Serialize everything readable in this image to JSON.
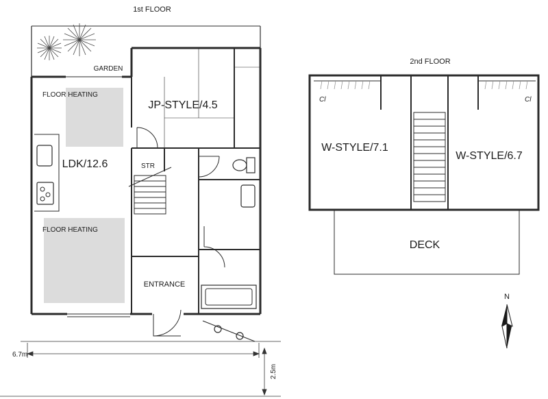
{
  "floor1": {
    "title": "1st FLOOR",
    "rooms": {
      "garden": "GARDEN",
      "floor_heating_1": "FLOOR HEATING",
      "jp_style": "JP-STYLE/4.5",
      "ldk": "LDK/12.6",
      "str": "STR",
      "floor_heating_2": "FLOOR HEATING",
      "entrance": "ENTRANCE"
    }
  },
  "floor2": {
    "title": "2nd FLOOR",
    "rooms": {
      "w_style_left": "W-STYLE/7.1",
      "w_style_right": "W-STYLE/6.7",
      "closet_left": "Cl",
      "closet_right": "Cl",
      "deck": "DECK"
    }
  },
  "dimensions": {
    "width": "6.7m",
    "depth": "2.5m"
  },
  "compass": {
    "label": "N"
  },
  "colors": {
    "wall": "#2a2a2a",
    "heating": "#dcdcdc",
    "line": "#666666"
  }
}
